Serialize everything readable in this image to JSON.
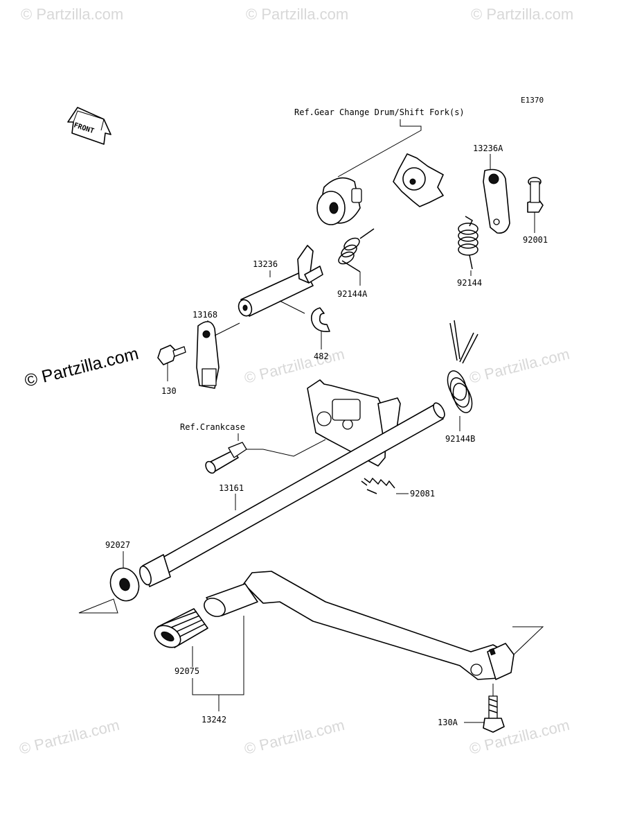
{
  "diagram": {
    "code": "E1370",
    "front_label": "FRONT",
    "refs": {
      "gear_change": "Ref.Gear Change Drum/Shift Fork(s)",
      "crankcase": "Ref.Crankcase"
    },
    "watermarks": {
      "main": "© Partzilla.com",
      "faint": "© Partzilla.com"
    },
    "parts": [
      {
        "id": "13236A",
        "label": "13236A"
      },
      {
        "id": "92001",
        "label": "92001"
      },
      {
        "id": "92144",
        "label": "92144"
      },
      {
        "id": "92144A",
        "label": "92144A"
      },
      {
        "id": "13236",
        "label": "13236"
      },
      {
        "id": "13168",
        "label": "13168"
      },
      {
        "id": "482",
        "label": "482"
      },
      {
        "id": "130",
        "label": "130"
      },
      {
        "id": "92144B",
        "label": "92144B"
      },
      {
        "id": "92081",
        "label": "92081"
      },
      {
        "id": "13161",
        "label": "13161"
      },
      {
        "id": "92027",
        "label": "92027"
      },
      {
        "id": "92075",
        "label": "92075"
      },
      {
        "id": "13242",
        "label": "13242"
      },
      {
        "id": "130A",
        "label": "130A"
      }
    ]
  }
}
